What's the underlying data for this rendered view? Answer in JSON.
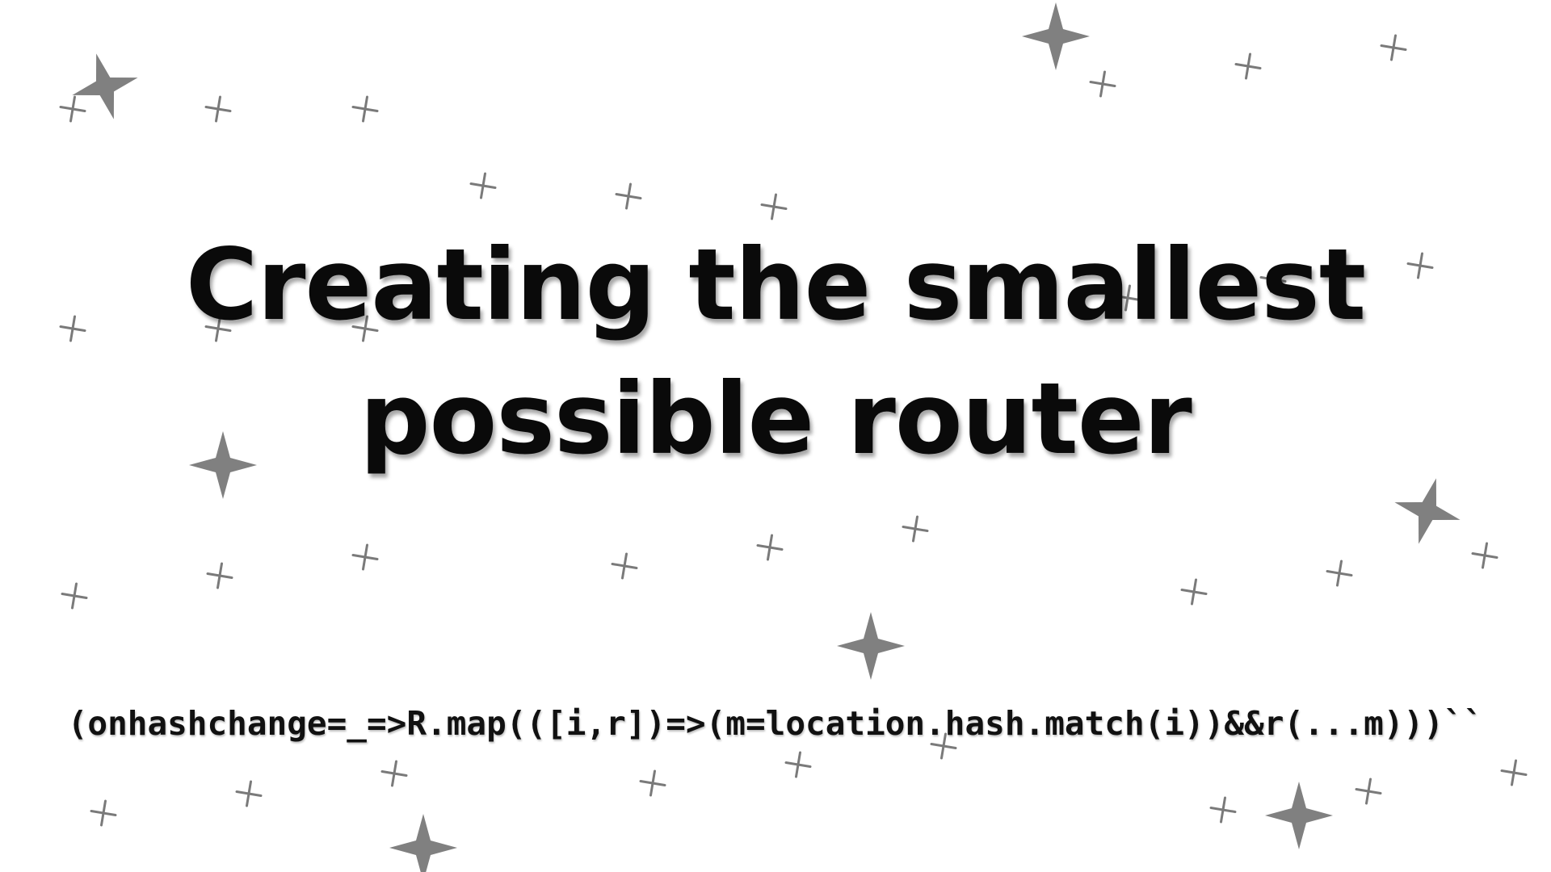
{
  "slide": {
    "title_line1": "Creating the smallest",
    "title_line2": "possible router",
    "code": "(onhashchange=_=>R.map(([i,r])=>(m=location.hash.match(i))&&r(...m)))``"
  },
  "decoration": {
    "icon_names": [
      "sparkle-icon",
      "cross-icon"
    ],
    "color": "#808080"
  }
}
